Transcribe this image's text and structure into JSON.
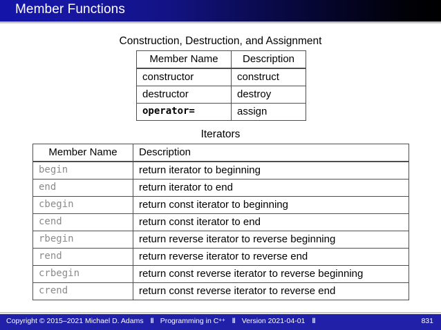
{
  "slide": {
    "title": "Member Functions",
    "header_gradient_from": "#1414a8",
    "header_gradient_to": "#000000"
  },
  "section1": {
    "caption": "Construction, Destruction, and Assignment",
    "columns": [
      "Member Name",
      "Description"
    ],
    "rows": [
      {
        "member": "constructor",
        "member_style": "plain",
        "description": "construct"
      },
      {
        "member": "destructor",
        "member_style": "plain",
        "description": "destroy"
      },
      {
        "member": "operator=",
        "member_style": "mono-bold",
        "description": "assign"
      }
    ]
  },
  "section2": {
    "caption": "Iterators",
    "columns": [
      "Member Name",
      "Description"
    ],
    "rows": [
      {
        "member": "begin",
        "description": "return iterator to beginning"
      },
      {
        "member": "end",
        "description": "return iterator to end"
      },
      {
        "member": "cbegin",
        "description": "return const iterator to beginning"
      },
      {
        "member": "cend",
        "description": "return const iterator to end"
      },
      {
        "member": "rbegin",
        "description": "return reverse iterator to reverse beginning"
      },
      {
        "member": "rend",
        "description": "return reverse iterator to reverse end"
      },
      {
        "member": "crbegin",
        "description": "return const reverse iterator to reverse beginning"
      },
      {
        "member": "crend",
        "description": "return const reverse iterator to reverse end"
      }
    ]
  },
  "footer": {
    "copyright": "Copyright © 2015–2021 Michael D. Adams",
    "course_prefix": "Programming in C",
    "course_suffix": "++",
    "version": "Version 2021-04-01",
    "separator": "‖",
    "page_number": "831",
    "background": "#2020a8"
  }
}
